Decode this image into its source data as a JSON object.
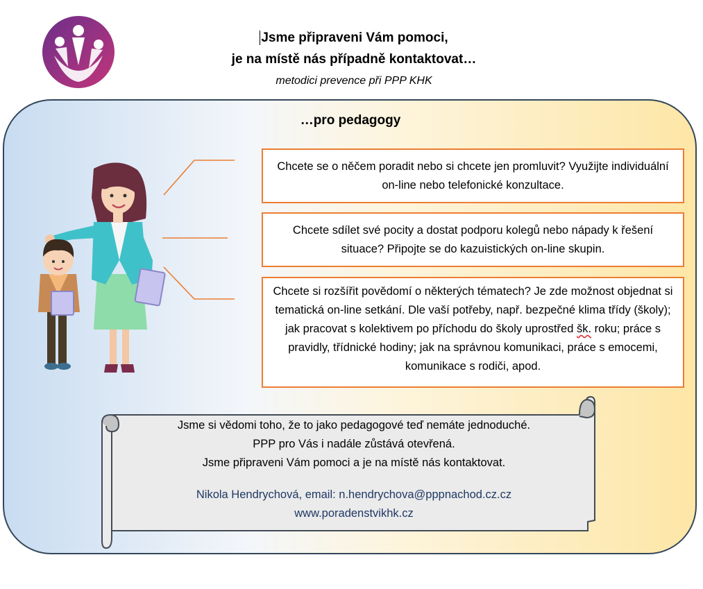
{
  "header": {
    "title_line1": "Jsme připraveni Vám pomoci,",
    "title_line2": "je na místě nás případně kontaktovat…",
    "subtitle": "metodici prevence při PPP KHK"
  },
  "section_title": "…pro pedagogy",
  "boxes": [
    {
      "text": "Chcete se o něčem poradit nebo si chcete jen promluvit? Využijte individuální on-line nebo telefonické konzultace."
    },
    {
      "text": "Chcete sdílet své pocity a dostat podporu kolegů nebo nápady k řešení situace? Připojte se do kazuistických on-line skupin."
    },
    {
      "text_before": "Chcete si rozšířit povědomí o některých tématech? Je zde možnost objednat si tematická on-line setkání. Dle vaší potřeby, např. bezpečné klima třídy (školy); jak pracovat s kolektivem po příchodu do školy uprostřed ",
      "text_marked": "šk.",
      "text_after": " roku; práce s pravidly, třídnické hodiny; jak na správnou komunikaci, práce s emocemi, komunikace s rodiči, apod."
    }
  ],
  "scroll": {
    "line1": "Jsme si vědomi toho, že to jako pedagogové teď nemáte jednoduché.",
    "line2": "PPP pro Vás i nadále zůstává otevřená.",
    "line3": "Jsme připraveni Vám pomoci a je na místě nás kontaktovat.",
    "contact_line1": "Nikola Hendrychová, email: n.hendrychova@pppnachod.cz.cz",
    "contact_line2": "www.poradenstvikhk.cz"
  },
  "colors": {
    "box_border": "#ed7d31",
    "panel_border": "#34475a",
    "contact_text": "#1f3864",
    "logo_accent": "#9c2f6e"
  }
}
